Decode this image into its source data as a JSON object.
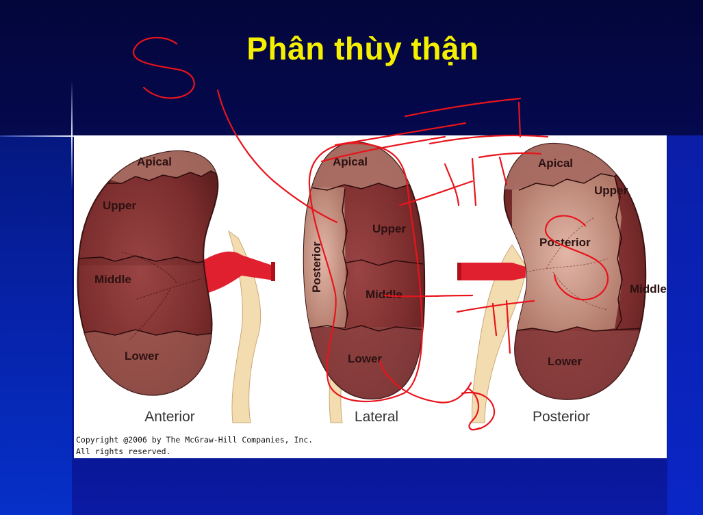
{
  "slide": {
    "title": "Phân thùy thận"
  },
  "figure": {
    "views": [
      {
        "caption": "Anterior",
        "segments": [
          "Apical",
          "Upper",
          "Middle",
          "Lower"
        ]
      },
      {
        "caption": "Lateral",
        "segments": [
          "Apical",
          "Posterior",
          "Upper",
          "Middle",
          "Lower"
        ]
      },
      {
        "caption": "Posterior",
        "segments": [
          "Apical",
          "Upper",
          "Posterior",
          "Middle",
          "Lower"
        ]
      }
    ],
    "copyright_line1": "Copyright @2006 by The McGraw-Hill Companies, Inc.",
    "copyright_line2": "All rights reserved."
  },
  "colors": {
    "title": "#f5f000",
    "annotation_ink": "#e8141c",
    "kidney_dark": "#7a2c2c",
    "kidney_light": "#c48e7e",
    "vessel": "#e0202e",
    "ureter": "#f3dcb0"
  }
}
